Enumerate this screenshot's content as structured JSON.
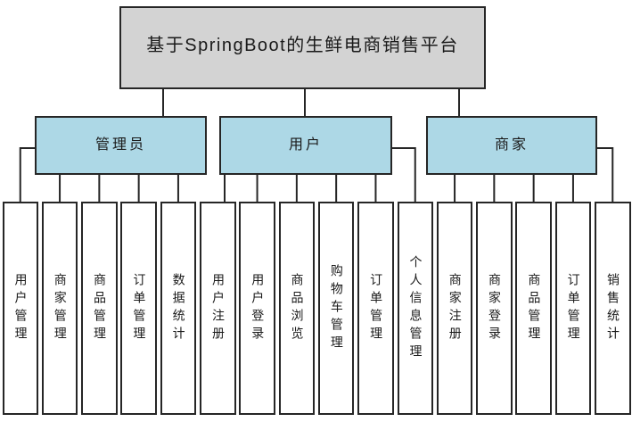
{
  "diagram": {
    "title": "基于SpringBoot的生鲜电商销售平台",
    "groups": [
      {
        "label": "管理员",
        "children": [
          "用户管理",
          "商家管理",
          "商品管理",
          "订单管理",
          "数据统计"
        ]
      },
      {
        "label": "用户",
        "children": [
          "用户注册",
          "用户登录",
          "商品浏览",
          "购物车管理",
          "订单管理",
          "个人信息管理"
        ]
      },
      {
        "label": "商家",
        "children": [
          "商家注册",
          "商家登录",
          "商品管理",
          "订单管理",
          "销售统计"
        ]
      }
    ],
    "colors": {
      "title_fill": "#d3d3d3",
      "group_fill": "#add8e6",
      "leaf_fill": "#ffffff",
      "line": "#262626"
    }
  }
}
